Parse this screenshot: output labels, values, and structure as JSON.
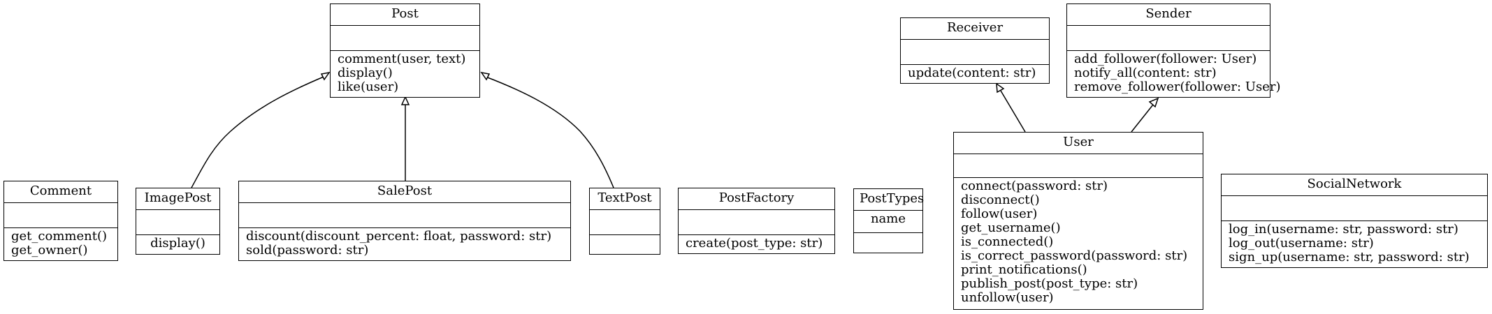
{
  "classes": {
    "post": {
      "name": "Post",
      "attributes": [],
      "methods": [
        "comment(user, text)",
        "display()",
        "like(user)"
      ]
    },
    "receiver": {
      "name": "Receiver",
      "attributes": [],
      "methods": [
        "update(content: str)"
      ]
    },
    "sender": {
      "name": "Sender",
      "attributes": [],
      "methods": [
        "add_follower(follower: User)",
        "notify_all(content: str)",
        "remove_follower(follower: User)"
      ]
    },
    "comment": {
      "name": "Comment",
      "attributes": [],
      "methods": [
        "get_comment()",
        "get_owner()"
      ]
    },
    "imagepost": {
      "name": "ImagePost",
      "attributes": [],
      "methods": [
        "display()"
      ]
    },
    "salepost": {
      "name": "SalePost",
      "attributes": [],
      "methods": [
        "discount(discount_percent: float, password: str)",
        "sold(password: str)"
      ]
    },
    "textpost": {
      "name": "TextPost",
      "attributes": [],
      "methods": []
    },
    "postfactory": {
      "name": "PostFactory",
      "attributes": [],
      "methods": [
        "create(post_type: str)"
      ]
    },
    "posttypes": {
      "name": "PostTypes",
      "attributes": [
        "name"
      ],
      "methods": []
    },
    "user": {
      "name": "User",
      "attributes": [],
      "methods": [
        "connect(password: str)",
        "disconnect()",
        "follow(user)",
        "get_username()",
        "is_connected()",
        "is_correct_password(password: str)",
        "print_notifications()",
        "publish_post(post_type: str)",
        "unfollow(user)"
      ]
    },
    "socialnetwork": {
      "name": "SocialNetwork",
      "attributes": [],
      "methods": [
        "log_in(username: str, password: str)",
        "log_out(username: str)",
        "sign_up(username: str, password: str)"
      ]
    }
  },
  "inheritance": [
    {
      "child": "imagepost",
      "parent": "post"
    },
    {
      "child": "salepost",
      "parent": "post"
    },
    {
      "child": "textpost",
      "parent": "post"
    },
    {
      "child": "user",
      "parent": "receiver"
    },
    {
      "child": "user",
      "parent": "sender"
    }
  ]
}
